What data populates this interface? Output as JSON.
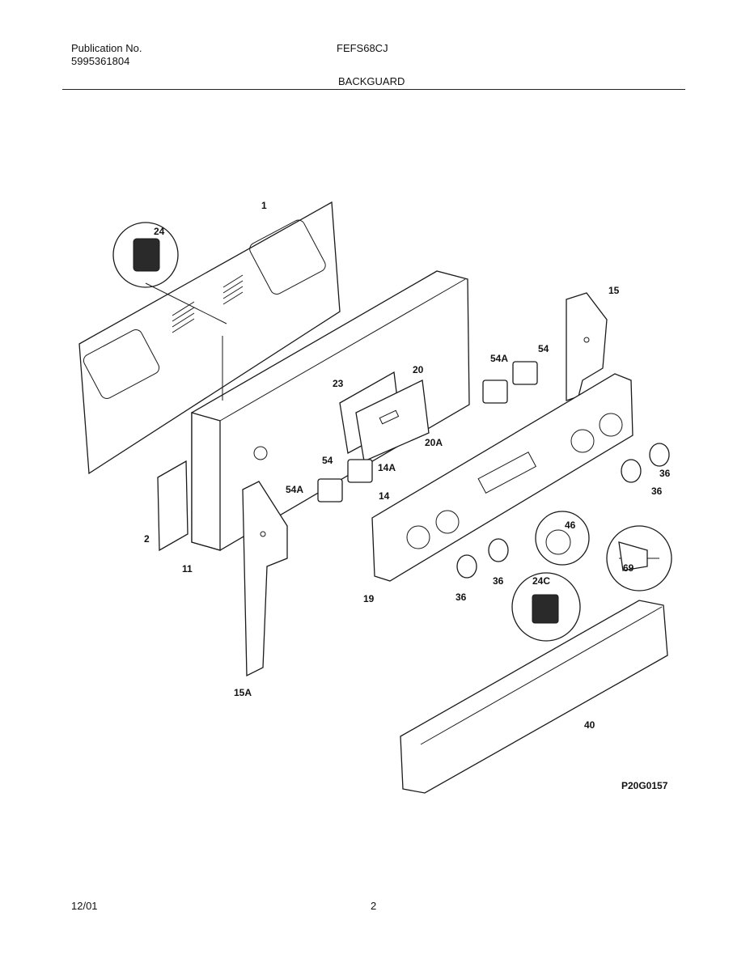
{
  "header": {
    "publication_label": "Publication No.",
    "publication_number": "5995361804",
    "model": "FEFS68CJ",
    "section_title": "BACKGUARD"
  },
  "footer": {
    "date": "12/01",
    "page_number": "2"
  },
  "diagram": {
    "drawing_id": "P20G0157",
    "part_labels": [
      "1",
      "24",
      "23",
      "20",
      "20A",
      "54",
      "54A",
      "14A",
      "14",
      "2",
      "11",
      "15A",
      "15",
      "54A",
      "54",
      "19",
      "36",
      "36",
      "36",
      "36",
      "46",
      "24C",
      "69",
      "40"
    ]
  }
}
